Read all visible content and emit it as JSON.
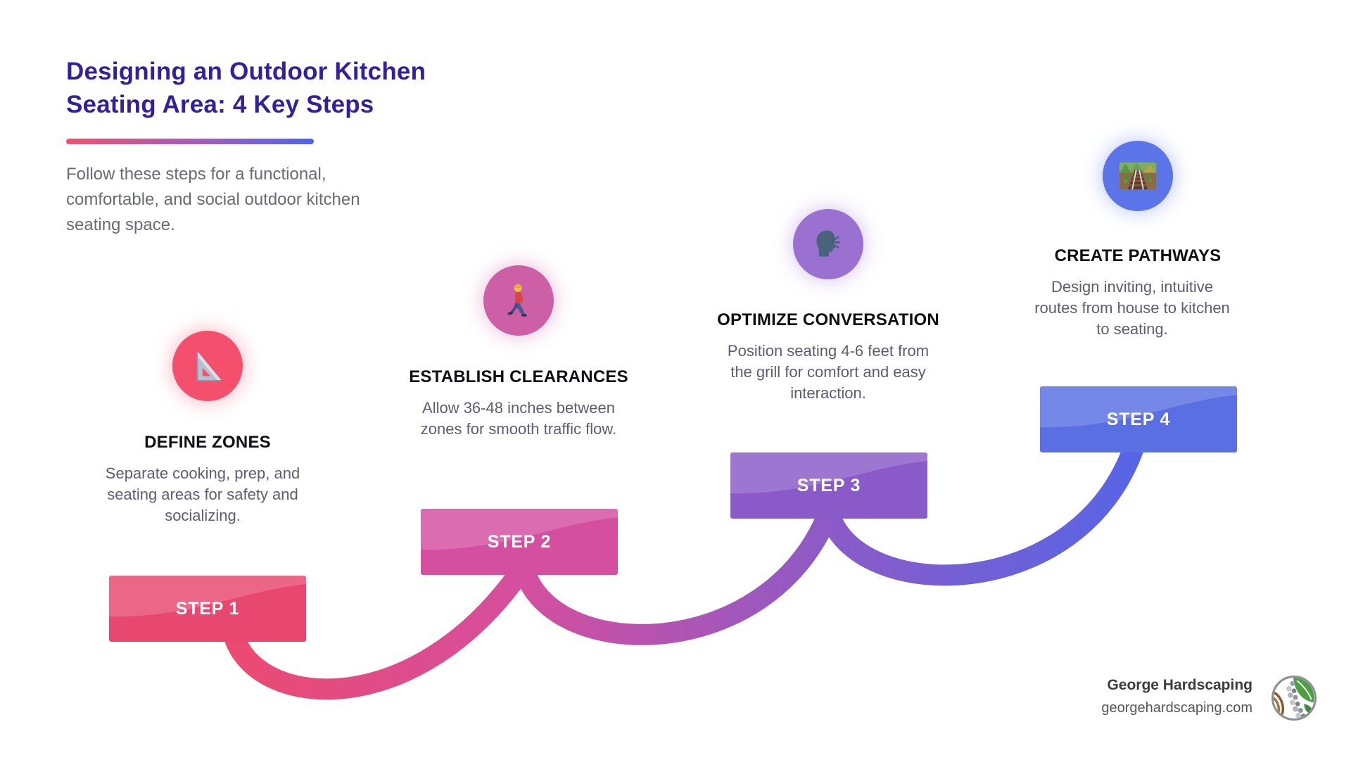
{
  "header": {
    "title_line1": "Designing an Outdoor Kitchen",
    "title_line2": "Seating Area: 4 Key Steps",
    "subtitle": "Follow these steps for a functional, comfortable, and social outdoor kitchen seating space."
  },
  "steps": [
    {
      "label": "STEP 1",
      "title": "DEFINE ZONES",
      "description": "Separate cooking, prep, and seating areas for safety and socializing.",
      "icon": "set-square-ruler-icon",
      "circle_color": "#F4506E",
      "banner_color": "#E8486F"
    },
    {
      "label": "STEP 2",
      "title": "ESTABLISH CLEARANCES",
      "description": "Allow 36-48 inches between zones for smooth traffic flow.",
      "icon": "pedestrian-walking-icon",
      "circle_color": "#CC5FA6",
      "banner_color": "#D44F9F"
    },
    {
      "label": "STEP 3",
      "title": "OPTIMIZE CONVERSATION",
      "description": "Position seating 4-6 feet from the grill for comfort and easy interaction.",
      "icon": "speaking-head-icon",
      "circle_color": "#9A71D0",
      "banner_color": "#8A5BC8"
    },
    {
      "label": "STEP 4",
      "title": "CREATE PATHWAYS",
      "description": "Design inviting, intuitive routes from house to kitchen to seating.",
      "icon": "railway-track-icon",
      "circle_color": "#5B74E8",
      "banner_color": "#5A6FE2"
    }
  ],
  "footer": {
    "brand": "George Hardscaping",
    "website": "georgehardscaping.com",
    "logo": "hardscaping-leaf-stone-logo"
  },
  "accent_colors": {
    "title_color": "#34209B",
    "underline_gradient": [
      "#F4506B",
      "#A45BC4",
      "#4F63F1"
    ],
    "curve_gradient": [
      "#ED4A6E",
      "#D44F9F",
      "#8A5BC8",
      "#5266E8"
    ]
  }
}
